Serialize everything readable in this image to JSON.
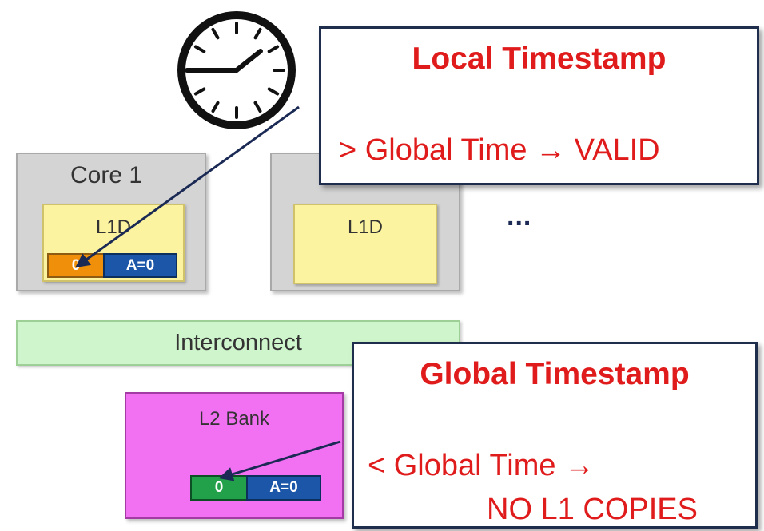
{
  "core1": {
    "label": "Core 1",
    "cache_label": "L1D",
    "timestamp_cell": "0",
    "data_cell": "A=0"
  },
  "core2": {
    "cache_label": "L1D"
  },
  "more_cores": "...",
  "interconnect": {
    "label": "Interconnect"
  },
  "l2": {
    "label": "L2 Bank",
    "timestamp_cell": "0",
    "data_cell": "A=0"
  },
  "callout_local": {
    "title": "Local Timestamp",
    "text": "> Global Time → VALID"
  },
  "callout_global": {
    "title": "Global Timestamp",
    "line1": "< Global Time →",
    "line2": "NO L1 COPIES"
  },
  "colors": {
    "core_fill": "#d4d4d4",
    "l1d_fill": "#fbf3a0",
    "timestamp_orange": "#f0900a",
    "data_blue": "#1c56a8",
    "timestamp_green": "#22a04a",
    "interconnect_fill": "#cff5cc",
    "l2_fill": "#f270f2",
    "callout_text": "#e01b1b",
    "callout_border": "#1f2e4c"
  },
  "icons": [
    "clock-icon"
  ]
}
